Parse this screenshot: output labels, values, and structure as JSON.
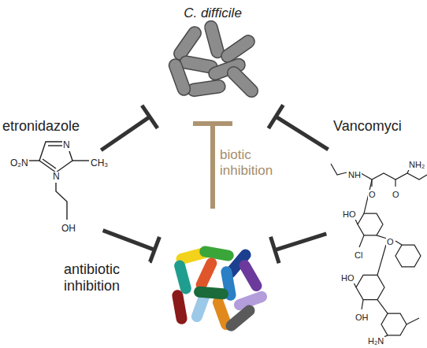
{
  "diagram": {
    "nodes": [
      {
        "text": [
          "C. difficile"
        ]
      },
      {
        "text": [
          "etronidazole"
        ]
      },
      {
        "text": [
          "Vancomyci"
        ]
      },
      {
        "text": []
      }
    ],
    "edges": [
      {
        "from": 1,
        "to": 0,
        "arrow": "to"
      },
      {
        "from": 1,
        "to": 3,
        "arrow": "to"
      },
      {
        "from": 2,
        "to": 0,
        "arrow": "to"
      },
      {
        "from": 2,
        "to": 3,
        "arrow": "to"
      },
      {
        "from": 3,
        "to": 0,
        "label": "biotic inhibition",
        "arrow": "to"
      }
    ],
    "labels": [
      "O₂N",
      "N",
      "CH₃",
      "N",
      "OH",
      "antibiotic inhibition",
      "NH",
      "O",
      "O",
      "NH₂",
      "HO",
      "Cl",
      "O",
      "HO",
      "OH",
      "H₂N"
    ]
  }
}
